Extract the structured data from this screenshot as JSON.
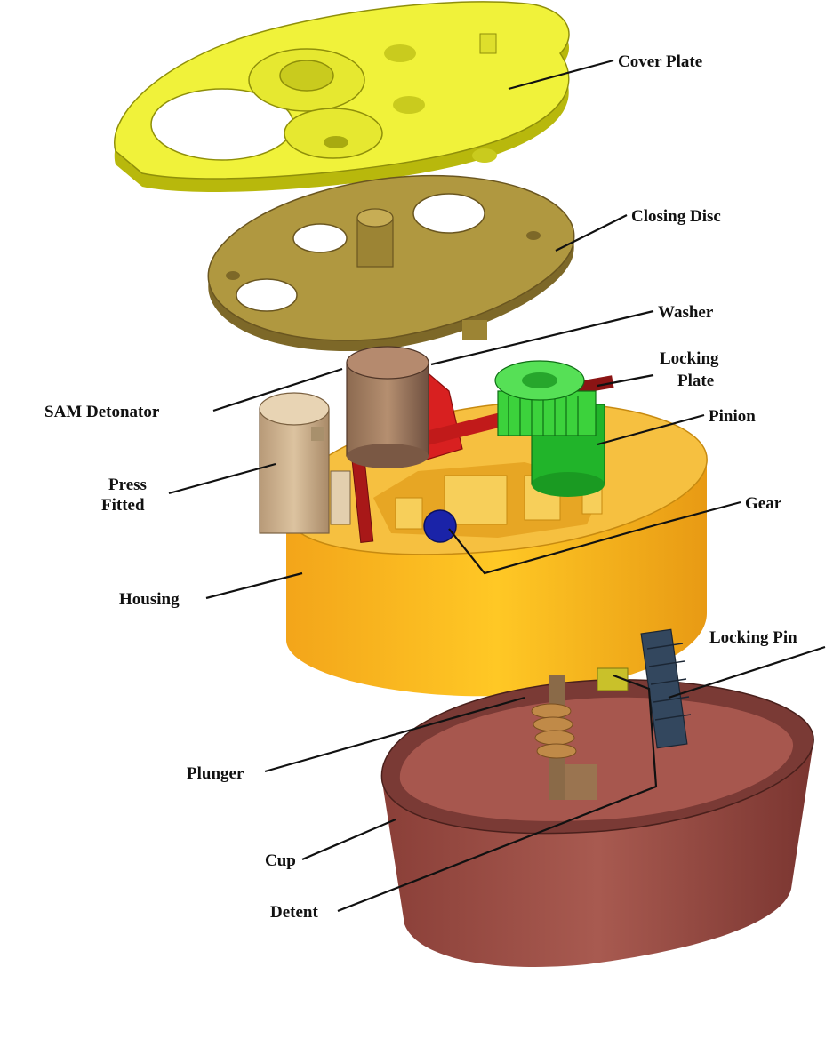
{
  "diagram": {
    "type": "exploded-assembly",
    "labels": {
      "cover_plate": "Cover Plate",
      "closing_disc": "Closing Disc",
      "washer": "Washer",
      "locking_plate_line1": "Locking",
      "locking_plate_line2": "Plate",
      "sam_detonator": "SAM Detonator",
      "pinion": "Pinion",
      "press_fitted_line1": "Press",
      "press_fitted_line2": "Fitted",
      "gear": "Gear",
      "housing": "Housing",
      "locking_pin": "Locking Pin",
      "plunger": "Plunger",
      "cup": "Cup",
      "detent": "Detent"
    },
    "colors": {
      "cover_plate": "#e8ea2a",
      "closing_disc": "#a88e3a",
      "housing": "#f5b81c",
      "cup": "#9a4d45",
      "detonator": "#b98f72",
      "washer": "#d82020",
      "pinion": "#2ec92e",
      "gear": "#1a23a8",
      "locking_pin": "#33475e",
      "plunger": "#b07b3e",
      "press_fitted": "#cbb08c"
    }
  }
}
